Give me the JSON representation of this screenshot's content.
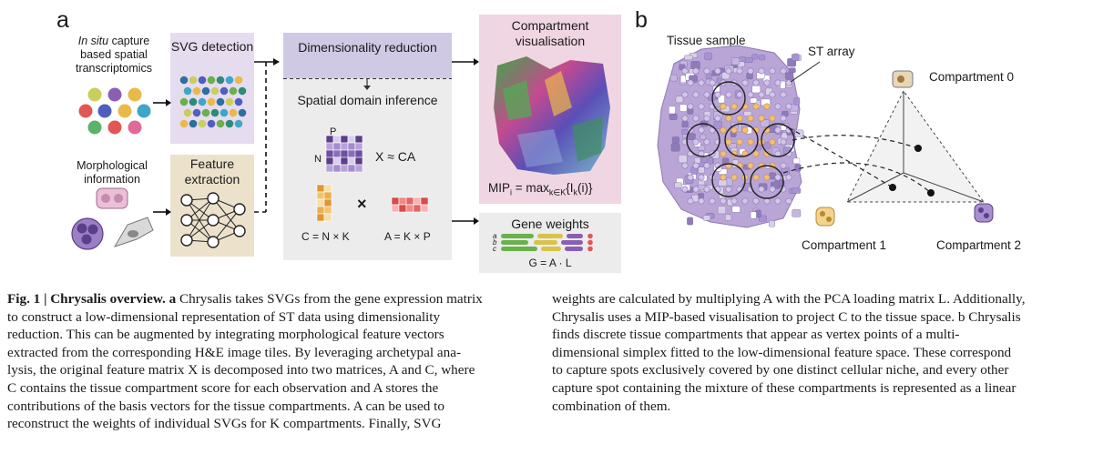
{
  "figure": {
    "panel_a": {
      "letter": "a",
      "input_top": "In situ capture based spatial transcriptomics",
      "input_top_italic": "In situ",
      "input_top_rest": " capture based spatial transcriptomics",
      "input_bottom": "Morphological information",
      "svg_box": "SVG detection",
      "feature_box": "Feature extraction",
      "dim_red": "Dimensionality reduction",
      "spatial": "Spatial domain inference",
      "matrix_P": "P",
      "matrix_N": "N",
      "eq_main": "X ≈ CA",
      "times": "×",
      "eq_C": "C = N × K",
      "eq_A": "A = K × P",
      "comp_vis": "Compartment visualisation",
      "mip": "MIPi = maxk∈K{Ik(i)}",
      "gene_weights": "Gene weights",
      "gene_letters": [
        "a",
        "b",
        "c"
      ],
      "eq_G": "G = A · L"
    },
    "panel_b": {
      "letter": "b",
      "tissue": "Tissue sample",
      "st_array": "ST array",
      "comp0": "Compartment 0",
      "comp1": "Compartment 1",
      "comp2": "Compartment 2"
    }
  },
  "caption": {
    "title": "Fig. 1 | Chrysalis overview.",
    "col1_lines": [
      "Chrysalis takes SVGs from the gene expression matrix",
      "to construct a low-dimensional representation of ST data using dimensionality",
      "reduction. This can be augmented by integrating morphological feature vectors",
      "extracted from the corresponding H&E image tiles. By leveraging archetypal ana-",
      "lysis, the original feature matrix X is decomposed into two matrices, A and C, where",
      "C contains the tissue compartment score for each observation and A stores the",
      "contributions of the basis vectors for the tissue compartments. A can be used to",
      "reconstruct the weights of individual SVGs for K compartments. Finally, SVG"
    ],
    "col2_lines": [
      "weights are calculated by multiplying A with the PCA loading matrix L. Additionally,",
      "Chrysalis uses a MIP-based visualisation to project C to the tissue space. b Chrysalis",
      "finds discrete tissue compartments that appear as vertex points of a multi-",
      "dimensional simplex fitted to the low-dimensional feature space. These correspond",
      "to capture spots exclusively covered by one distinct cellular niche, and every other",
      "capture spot containing the mixture of these compartments is represented as a linear",
      "combination of them."
    ]
  },
  "colors": {
    "svg_box": "#e6dcef",
    "feature_box": "#ece2cc",
    "dim_header": "#cfc9e3",
    "dim_body": "#ececec",
    "comp_box": "#f0d6e2",
    "gene_box": "#ececec",
    "purple": "#7b5ea7",
    "orange": "#e9b04d",
    "red": "#e36464"
  }
}
